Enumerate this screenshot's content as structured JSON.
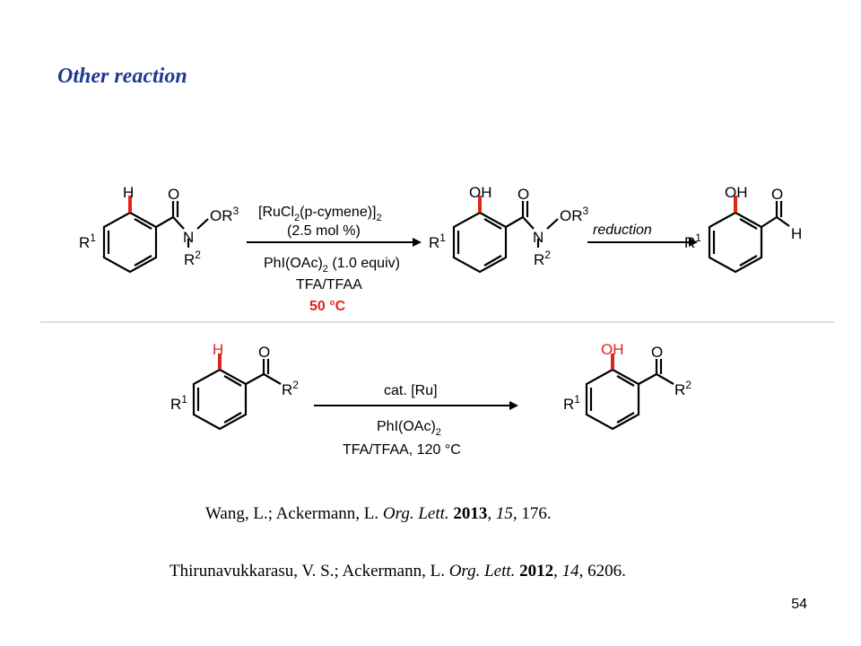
{
  "title": "Other reaction",
  "scheme1": {
    "sm_label_H": "H",
    "sm_label_O": "O",
    "sm_label_N": "N",
    "sm_label_OR": "OR",
    "sm_label_R2": "R",
    "sm_label_R1": "R",
    "cond_line1": "[RuCl",
    "cond_line1_b": "(p-cymene)]",
    "cond_line2": "(2.5 mol %)",
    "cond_line3": "PhI(OAc)",
    "cond_line3_b": " (1.0 equiv)",
    "cond_line4": "TFA/TFAA",
    "cond_line5": "50 °C",
    "prod_OH": "OH",
    "reduction": "reduction",
    "ald_H": "H"
  },
  "scheme2": {
    "cond_line1": "cat. [Ru]",
    "cond_line2": "PhI(OAc)",
    "cond_line3": "TFA/TFAA, 120 °C"
  },
  "refs": [
    {
      "authors": "Wang, L.; Ackermann, L. ",
      "journal": "Org. Lett.",
      "year": "2013",
      "volume": "15",
      "pages": ", 176."
    },
    {
      "authors": "Thirunavukkarasu, V. S.; Ackermann, L. ",
      "journal": "Org. Lett.",
      "year": "2012",
      "volume": "14",
      "pages": ", 6206."
    }
  ],
  "page_number": "54",
  "colors": {
    "title": "#1f3a93",
    "highlight": "#e0241b",
    "divider": "#cccccc"
  }
}
